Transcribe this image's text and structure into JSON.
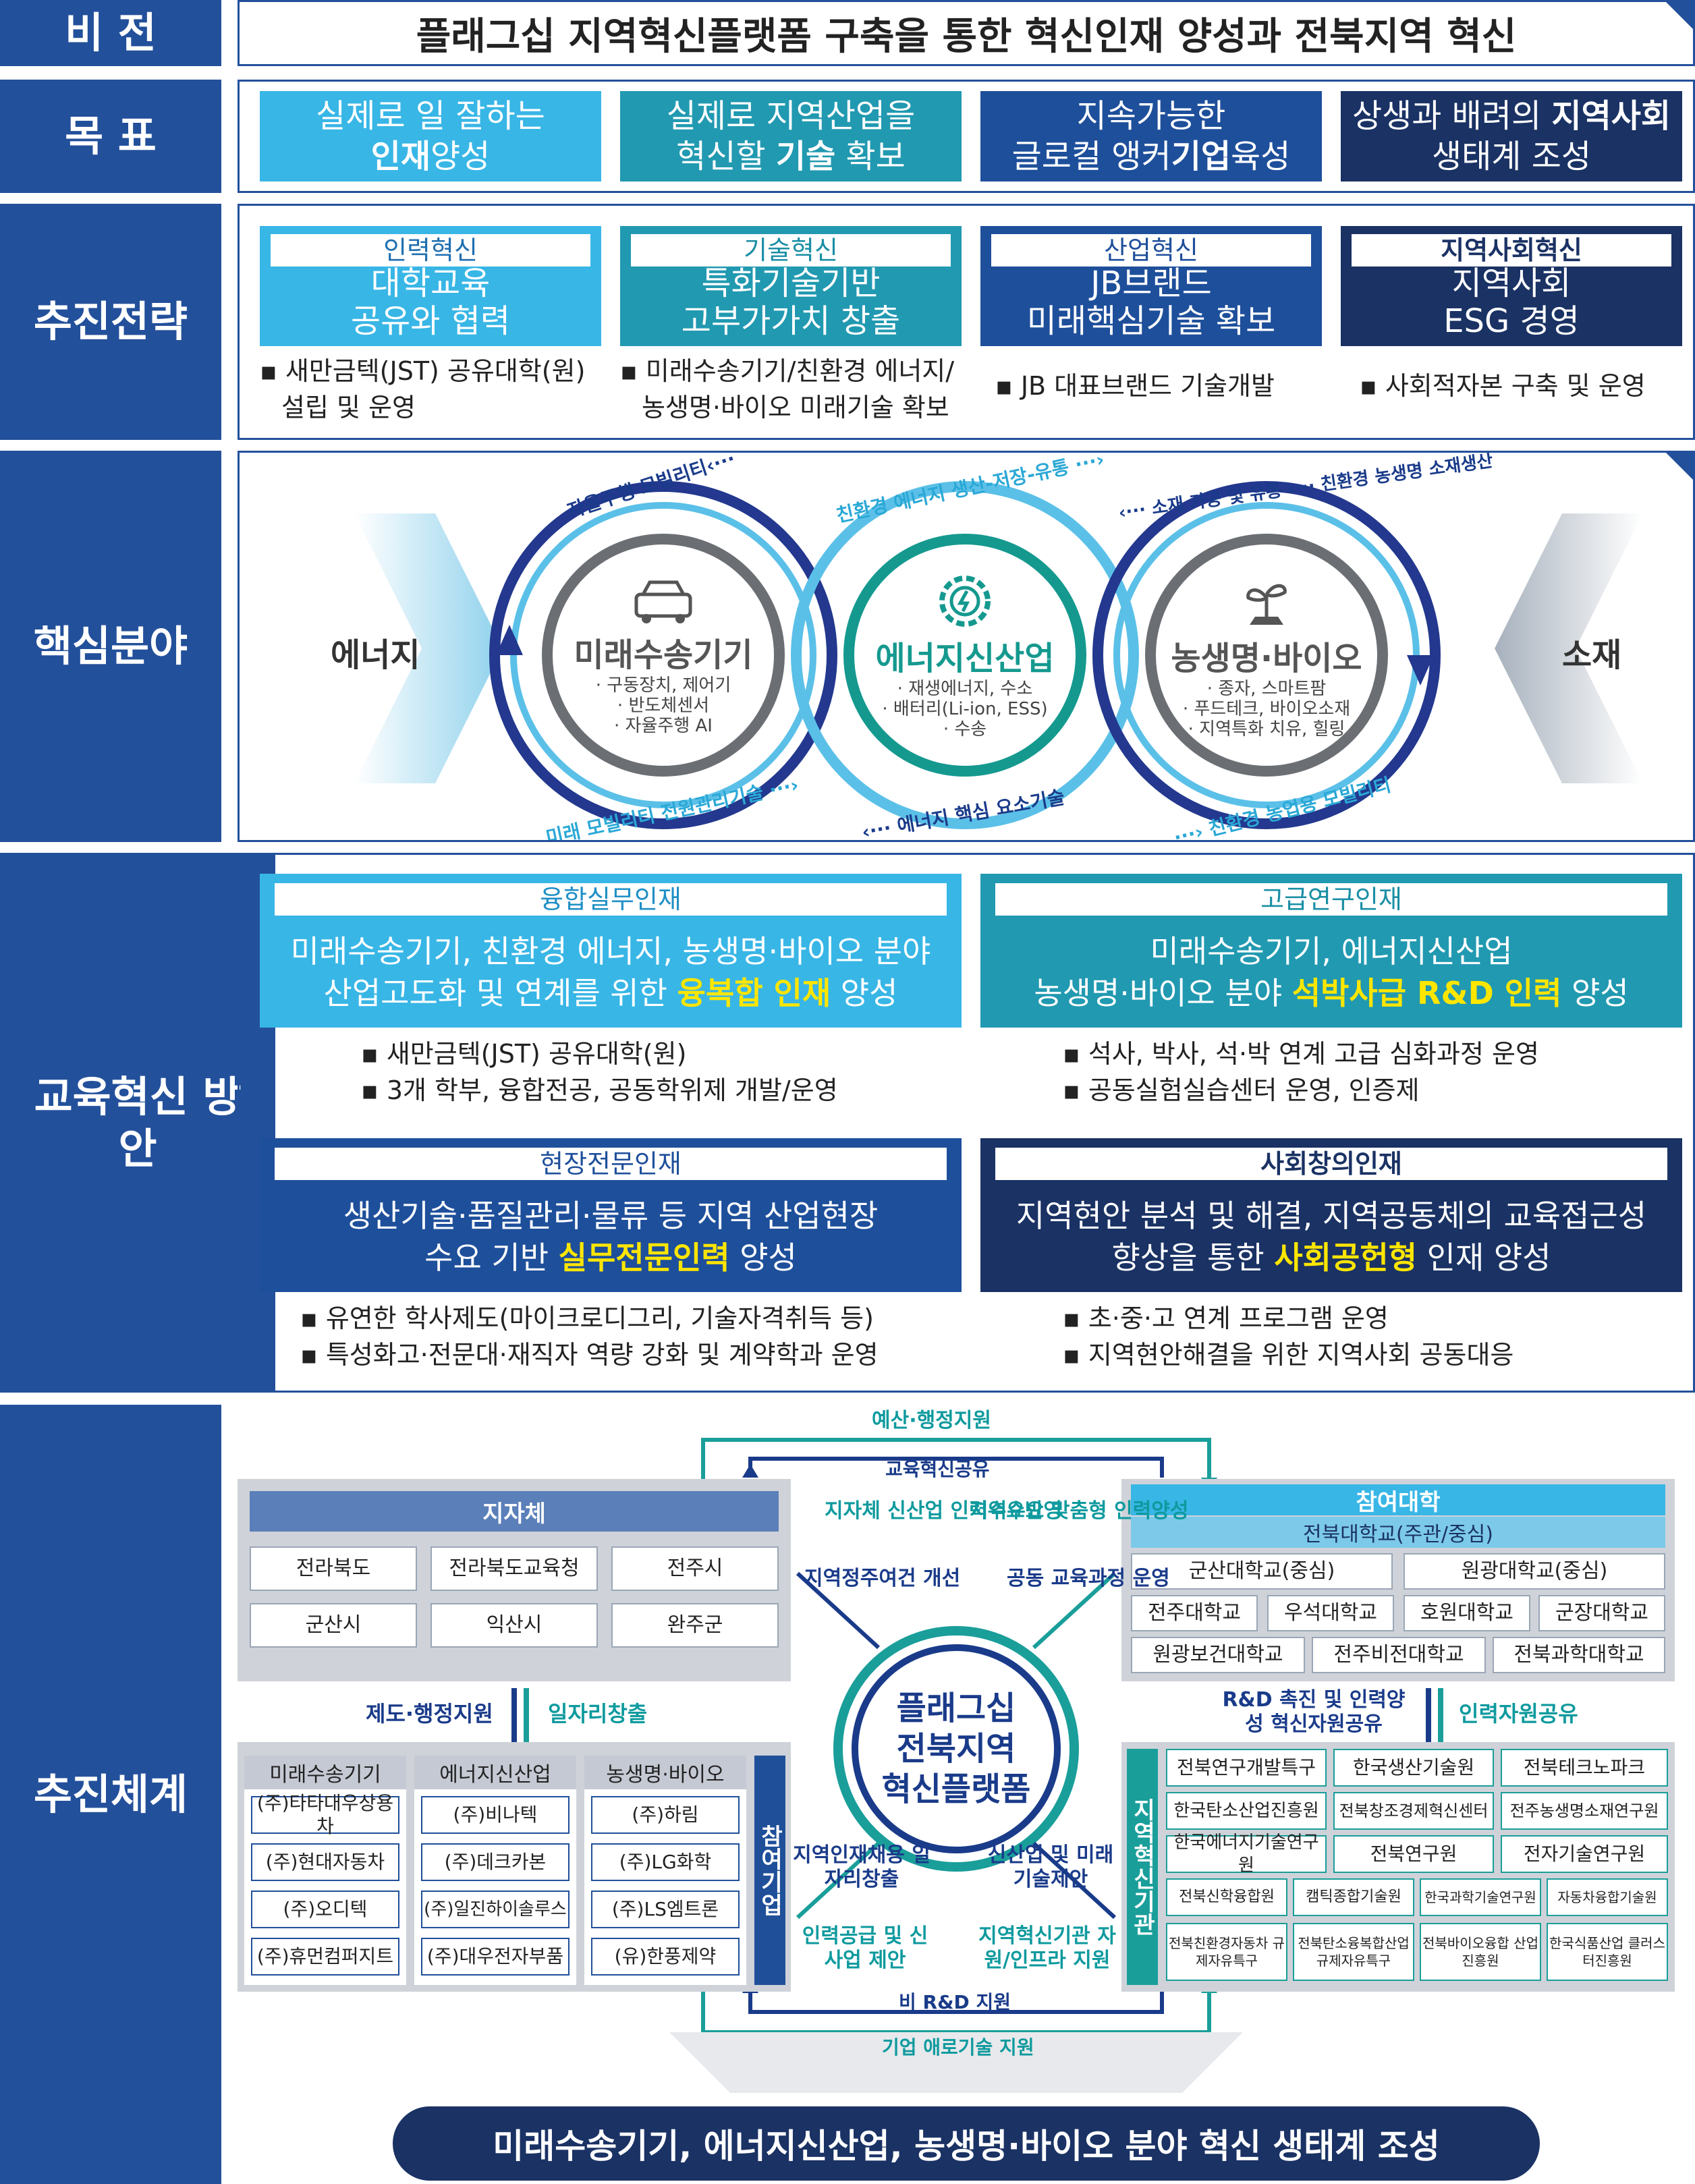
{
  "labels": {
    "vision": "비 전",
    "goals": "목 표",
    "strategy": "추진전략",
    "core": "핵심분야",
    "education": "교육혁신 방안",
    "system": "추진체계"
  },
  "vision": "플래그십 지역혁신플랫폼 구축을 통한 혁신인재 양성과 전북지역 혁신",
  "goals": [
    {
      "pre": "실제로 일 잘하는",
      "bold": "인재",
      "post": "양성",
      "color": "#38b6e6"
    },
    {
      "pre": "실제로 지역산업을",
      "mid": "혁신할 ",
      "bold": "기술",
      "post": " 확보",
      "color": "#2199b1"
    },
    {
      "pre": "지속가능한",
      "mid": "글로컬 앵커",
      "bold": "기업",
      "post": "육성",
      "color": "#1e4f9b"
    },
    {
      "pre": "상생과 배려의 ",
      "bold": "지역사회",
      "post": "생태계 조성",
      "color": "#1a3264"
    }
  ],
  "strategies": [
    {
      "tag": "인력혁신",
      "line1": "대학교육",
      "line2": "공유와 협력",
      "bullet1": "▪ 새만금텍(JST) 공유대학(원)",
      "bullet2": "설립 및 운영"
    },
    {
      "tag": "기술혁신",
      "line1": "특화기술기반",
      "line2": "고부가가치 창출",
      "bullet1": "▪ 미래수송기기/친환경 에너지/",
      "bullet2": "농생명·바이오 미래기술 확보"
    },
    {
      "tag": "산업혁신",
      "line1": "JB브랜드",
      "line2": "미래핵심기술 확보",
      "bullet1": "▪ JB 대표브랜드 기술개발",
      "bullet2": ""
    },
    {
      "tag": "지역사회혁신",
      "line1": "지역사회",
      "line2": "ESG 경영",
      "bullet1": "▪ 사회적자본 구축 및 운영",
      "bullet2": ""
    }
  ],
  "core": {
    "left": "에너지",
    "right": "소재",
    "circles": [
      {
        "title": "미래수송기기",
        "subs": [
          "· 구동장치, 제어기",
          "· 반도체센서",
          "· 자율주행 AI"
        ]
      },
      {
        "title": "에너지신산업",
        "subs": [
          "· 재생에너지, 수소",
          "· 배터리(Li-ion, ESS)",
          "· 수송"
        ]
      },
      {
        "title": "농생명·바이오",
        "subs": [
          "· 종자, 스마트팜",
          "· 푸드테크, 바이오소재",
          "· 지역특화 치유, 힐링"
        ]
      }
    ],
    "arcs": [
      "자율주행 모빌리티‹···",
      "친환경 에너지 생산-저장-유통 ···›",
      "‹··· 소재 가공 및 유통 ‹··· 친환경 농생명 소재생산",
      "미래 모빌리티 전원관리기술 ···›",
      "‹··· 에너지 핵심 요소기술",
      "···› 친환경 농업용 모빌리티"
    ]
  },
  "education": [
    {
      "tag": "융합실무인재",
      "l1": "미래수송기기, 친환경 에너지, 농생명·바이오 분야",
      "l2pre": "산업고도화 및 연계를 위한 ",
      "hl": "융복합 인재",
      "l2post": " 양성",
      "b1": "▪ 새만금텍(JST) 공유대학(원)",
      "b2": "▪ 3개 학부, 융합전공, 공동학위제 개발/운영"
    },
    {
      "tag": "고급연구인재",
      "l1": "미래수송기기, 에너지신산업",
      "l2pre": "농생명·바이오 분야 ",
      "hl": "석박사급 R&D 인력",
      "l2post": " 양성",
      "b1": "▪ 석사, 박사, 석·박 연계 고급 심화과정 운영",
      "b2": "▪ 공동실험실습센터 운영, 인증제"
    },
    {
      "tag": "현장전문인재",
      "l1": "생산기술·품질관리·물류 등 지역 산업현장",
      "l2pre": "수요 기반 ",
      "hl": "실무전문인력",
      "l2post": " 양성",
      "b1": "▪ 유연한 학사제도(마이크로디그리, 기술자격취득 등)",
      "b2": "▪ 특성화고·전문대·재직자 역량 강화 및 계약학과 운영"
    },
    {
      "tag": "사회창의인재",
      "l1": "지역현안 분석 및 해결, 지역공동체의 교육접근성",
      "l2pre": "향상을 통한 ",
      "hl": "사회공헌형",
      "l2post": " 인재 양성",
      "b1": "▪ 초·중·고 연계 프로그램 운영",
      "b2": "▪ 지역현안해결을 위한 지역사회 공동대응"
    }
  ],
  "system": {
    "center": [
      "플래그십",
      "전북지역",
      "혁신플랫폼"
    ],
    "top1": "예산·행정지원",
    "top2": "교육혁신공유",
    "bot1": "비 R&D 지원",
    "bot2": "기업 애로기술 지원",
    "local": {
      "title": "지자체",
      "cells": [
        "전라북도",
        "전라북도교육청",
        "전주시",
        "군산시",
        "익산시",
        "완주군"
      ]
    },
    "univ": {
      "title": "참여대학",
      "main": "전북대학교(주관/중심)",
      "row1": [
        "군산대학교(중심)",
        "원광대학교(중심)"
      ],
      "row2": [
        "전주대학교",
        "우석대학교",
        "호원대학교",
        "군장대학교"
      ],
      "row3": [
        "원광보건대학교",
        "전주비전대학교",
        "전북과학대학교"
      ]
    },
    "companies": {
      "cols": [
        {
          "title": "미래수송기기",
          "items": [
            "(주)타타대우상용차",
            "(주)현대자동차",
            "(주)오디텍",
            "(주)휴먼컴퍼지트"
          ]
        },
        {
          "title": "에너지신산업",
          "items": [
            "(주)비나텍",
            "(주)데크카본",
            "(주)일진하이솔루스",
            "(주)대우전자부품"
          ]
        },
        {
          "title": "농생명·바이오",
          "items": [
            "(주)하림",
            "(주)LG화학",
            "(주)LS엠트론",
            "(유)한풍제약"
          ]
        }
      ],
      "side": "참여기업"
    },
    "institutes": {
      "side": "지역혁신기관",
      "rows": [
        [
          "전북연구개발특구",
          "한국생산기술원",
          "전북테크노파크"
        ],
        [
          "한국탄소산업진흥원",
          "전북창조경제혁신센터",
          "전주농생명소재연구원"
        ],
        [
          "한국에너지기술연구원",
          "전북연구원",
          "전자기술연구원"
        ],
        [
          "전북신학융합원",
          "캠틱종합기술원",
          "한국과학기술연구원",
          "자동차융합기술원"
        ],
        [
          "전북친환경자동차 규제자유특구",
          "전북탄소융복합산업 규제자유특구",
          "전북바이오융합 산업진흥원",
          "한국식품산업 클러스터진흥원"
        ]
      ]
    },
    "flows": {
      "l_up1": "지자체 신산업 인력수요반영",
      "l_down1": "지역정주여건 개선",
      "r_up1": "지역수요 맞춤형 인력양성",
      "r_down1": "공동 교육과정 운영",
      "mid_l_a": "제도·행정지원",
      "mid_l_b": "일자리창출",
      "mid_r_a": "R&D 촉진 및 인력양성 혁신자원공유",
      "mid_r_b": "인력자원공유",
      "l_up2": "지역인재채용 일자리창출",
      "l_down2": "인력공급 및 신사업 제안",
      "r_up2": "신산업 및 미래기술제안",
      "r_down2": "지역혁신기관 자원/인프라 지원"
    },
    "bottom": "미래수송기기, 에너지신산업, 농생명·바이오 분야 혁신 생태계 조성"
  }
}
